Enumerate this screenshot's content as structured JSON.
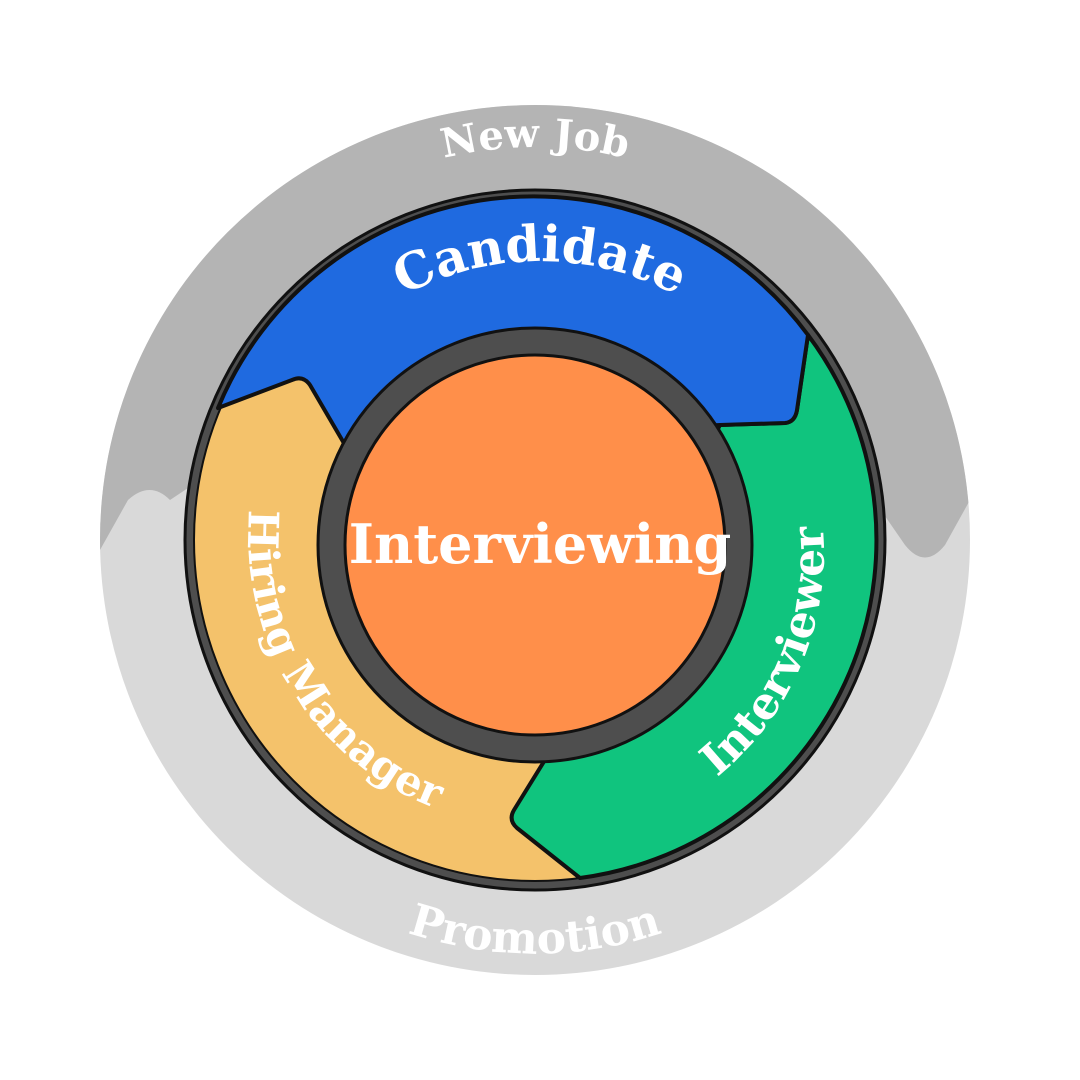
{
  "diagram": {
    "type": "cycle",
    "center_label": "Interviewing",
    "segments": [
      {
        "id": "candidate",
        "label": "Candidate",
        "color": "#1f6ae0"
      },
      {
        "id": "interviewer",
        "label": "Interviewer",
        "color": "#10c47e"
      },
      {
        "id": "hiring-manager",
        "label": "Hiring Manager",
        "color": "#f4c26b"
      }
    ],
    "outer_ring": {
      "top_label": "New Job",
      "bottom_label": "Promotion",
      "top_color": "#b4b4b4",
      "bottom_color": "#d9d9d9"
    },
    "colors": {
      "center": "#ff8f4a",
      "ring_dark": "#4e4e4e",
      "outline": "#111111",
      "text": "#ffffff"
    }
  }
}
